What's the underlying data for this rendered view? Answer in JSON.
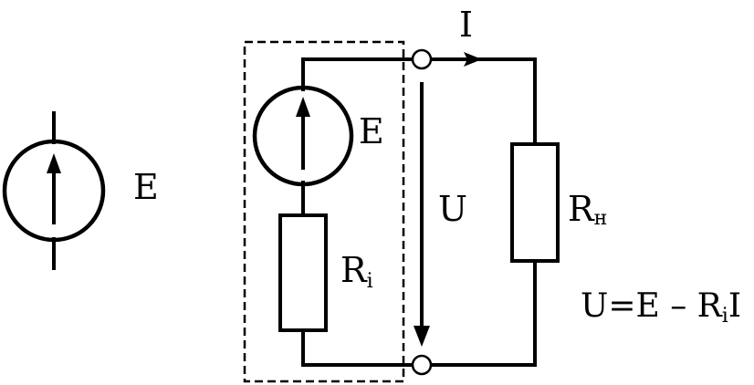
{
  "labels": {
    "standalone_source": "E",
    "source_emf": "E",
    "internal_resistance_main": "R",
    "internal_resistance_sub": "i",
    "voltage": "U",
    "current": "I",
    "load_main": "R",
    "load_sub": "н"
  },
  "formula": {
    "left": "U=E – R",
    "sub": "i",
    "right": "I"
  }
}
